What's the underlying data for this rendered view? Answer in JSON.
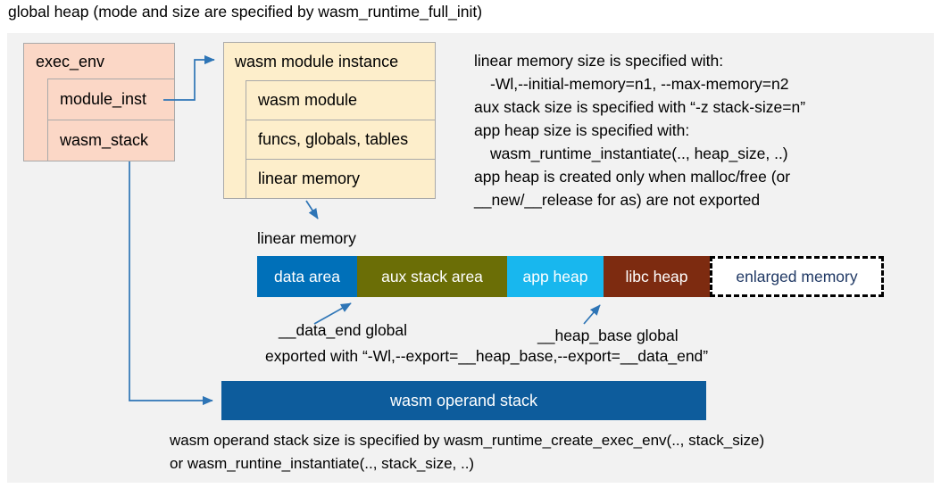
{
  "title": "global heap (mode and size are specified by wasm_runtime_full_init)",
  "exec_env": {
    "label": "exec_env",
    "children": [
      "module_inst",
      "wasm_stack"
    ]
  },
  "module_instance": {
    "label": "wasm module instance",
    "children": [
      "wasm module",
      "funcs, globals, tables",
      "linear memory"
    ]
  },
  "notes_right": {
    "lines": [
      "linear memory size is specified with:",
      "-Wl,--initial-memory=n1, --max-memory=n2",
      "aux stack size is specified with “-z stack-size=n”",
      "app heap size is specified with:",
      "wasm_runtime_instantiate(.., heap_size, ..)",
      "app heap is created only when malloc/free (or",
      "__new/__release for as) are not exported"
    ]
  },
  "linear_memory": {
    "label": "linear memory",
    "segments": [
      {
        "label": "data area",
        "color": "#0070b9",
        "text_color": "#ffffff"
      },
      {
        "label": "aux stack area",
        "color": "#6b6e06",
        "text_color": "#ffffff"
      },
      {
        "label": "app heap",
        "color": "#18b7ee",
        "text_color": "#ffffff"
      },
      {
        "label": "libc heap",
        "color": "#7d2b10",
        "text_color": "#ffffff"
      },
      {
        "label": "enlarged memory",
        "color": "#ffffff",
        "text_color": "#1f3864",
        "style": "dashed"
      }
    ],
    "annotations": {
      "data_end": "__data_end global",
      "heap_base": "__heap_base global",
      "exported": "exported with “-Wl,--export=__heap_base,--export=__data_end”"
    }
  },
  "operand_stack": {
    "label": "wasm operand stack",
    "notes": [
      "wasm operand stack size is specified by wasm_runtime_create_exec_env(.., stack_size)",
      "or wasm_runtine_instantiate(.., stack_size, ..)"
    ]
  },
  "colors": {
    "panel_bg": "#f2f2f2",
    "exec_env_fill": "#fbd7c6",
    "module_instance_fill": "#fdeecb",
    "box_border": "#a9a9a9",
    "operand_stack_fill": "#0d5c9c",
    "arrow_blue": "#2e75b6",
    "enlarged_memory_text": "#1f3864"
  }
}
